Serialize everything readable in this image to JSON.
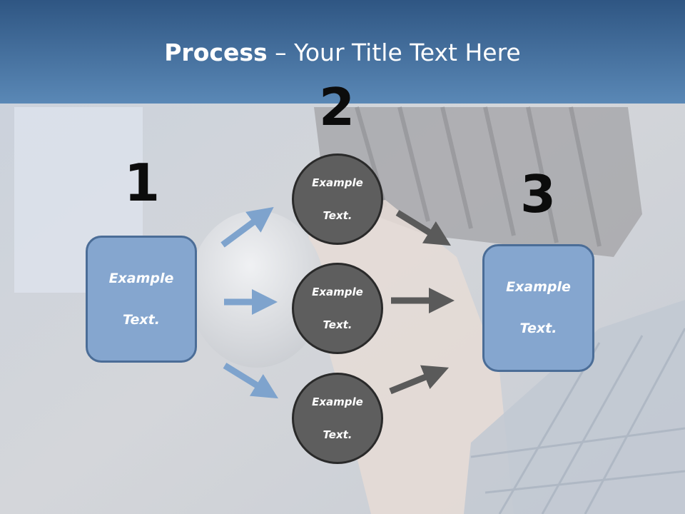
{
  "slide": {
    "title_strong": "Process",
    "title_rest": " – Your Title Text Here"
  },
  "steps": {
    "one": "1",
    "two": "2",
    "three": "3"
  },
  "left_box": {
    "line1": "Example",
    "line2": "Text."
  },
  "right_box": {
    "line1": "Example",
    "line2": "Text."
  },
  "circles": [
    {
      "line1": "Example",
      "line2": "Text."
    },
    {
      "line1": "Example",
      "line2": "Text."
    },
    {
      "line1": "Example",
      "line2": "Text."
    }
  ],
  "colors": {
    "header_dark": "#2f5683",
    "header_light": "#5a88b6",
    "box_fill": "#85a6cf",
    "box_border": "#4b6d97",
    "circle_fill": "#5e5e5e",
    "circle_border": "#2a2a2a",
    "arrow_blue": "#7ea3cd",
    "arrow_gray": "#5a5a5a"
  }
}
